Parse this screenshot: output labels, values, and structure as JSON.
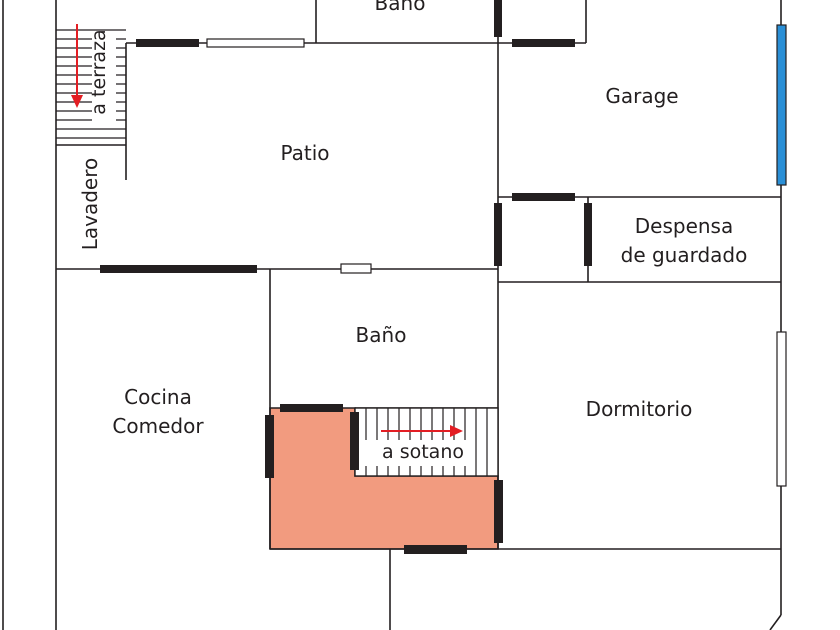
{
  "labels": {
    "bano_top": "Baño",
    "garage": "Garage",
    "patio": "Patio",
    "lavadero": "Lavadero",
    "a_terraza": "a terraza",
    "despensa_line1": "Despensa",
    "despensa_line2": "de guardado",
    "bano_middle": "Baño",
    "cocina_line1": "Cocina",
    "cocina_line2": "Comedor",
    "dormitorio": "Dormitorio",
    "a_sotano": "a sotano"
  },
  "colors": {
    "wall": "#231f20",
    "highlight_room": "#f29b7f",
    "arrow": "#e31e24",
    "garage_window": "#2a8fd6",
    "door": "#231f20"
  },
  "icons": {
    "stairs_to_terrace": "staircase-icon",
    "stairs_to_basement": "staircase-icon",
    "direction_arrow": "arrow-icon"
  }
}
